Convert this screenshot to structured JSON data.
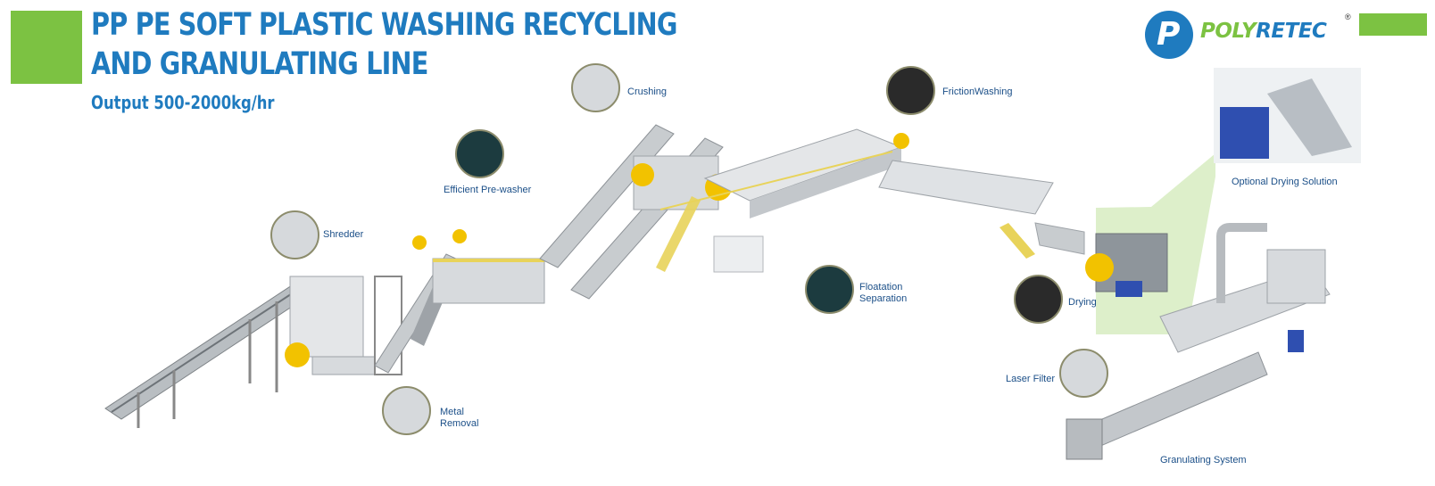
{
  "header": {
    "title_line1": "PP PE SOFT PLASTIC WASHING RECYCLING",
    "title_line2": "AND GRANULATING LINE",
    "subtitle": "Output 500-2000kg/hr"
  },
  "logo": {
    "mark": "P",
    "text_part1": "POLY",
    "text_part2": "RETEC",
    "registered": "®"
  },
  "process_steps": {
    "shredder": "Shredder",
    "metal_removal_line1": "Metal",
    "metal_removal_line2": "Removal",
    "efficient_prewasher": "Efficient Pre-washer",
    "crushing": "Crushing",
    "floatation_line1": "Floatation",
    "floatation_line2": "Separation",
    "friction_washing": "FrictionWashing",
    "drying": "Drying",
    "optional_drying": "Optional Drying Solution",
    "laser_filter": "Laser Filter",
    "granulating_system": "Granulating System"
  },
  "colors": {
    "brand_blue": "#1f7bbf",
    "brand_green": "#7cc242",
    "machine_yellow": "#f2c200",
    "railing_yellow": "#e8d35a",
    "machine_grey": "#9ea3a8"
  }
}
